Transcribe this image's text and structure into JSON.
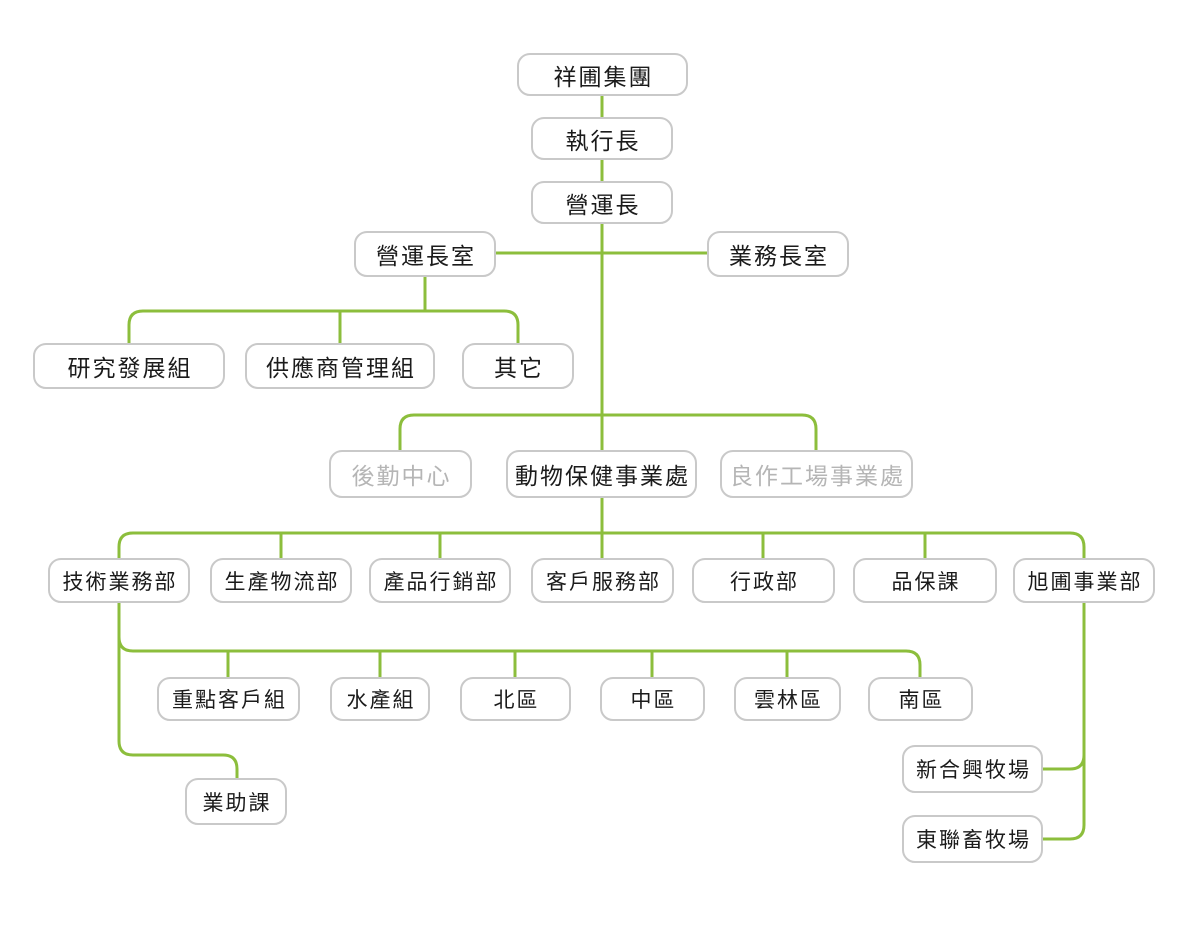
{
  "colors": {
    "connector_green": "#8cbe3c",
    "node_border_gray": "#c9c9c9",
    "node_text": "#1b1b1b",
    "muted_node_text": "#b5b5b5",
    "background": "#ffffff"
  },
  "nodes": [
    {
      "label": "祥圃集團",
      "muted": false
    },
    {
      "label": "執行長",
      "muted": false
    },
    {
      "label": "營運長",
      "muted": false
    },
    {
      "label": "營運長室",
      "muted": false
    },
    {
      "label": "業務長室",
      "muted": false
    },
    {
      "label": "研究發展組",
      "muted": false
    },
    {
      "label": "供應商管理組",
      "muted": false
    },
    {
      "label": "其它",
      "muted": false
    },
    {
      "label": "後勤中心",
      "muted": true
    },
    {
      "label": "動物保健事業處",
      "muted": false
    },
    {
      "label": "良作工場事業處",
      "muted": true
    },
    {
      "label": "技術業務部",
      "muted": false
    },
    {
      "label": "生產物流部",
      "muted": false
    },
    {
      "label": "產品行銷部",
      "muted": false
    },
    {
      "label": "客戶服務部",
      "muted": false
    },
    {
      "label": "行政部",
      "muted": false
    },
    {
      "label": "品保課",
      "muted": false
    },
    {
      "label": "旭圃事業部",
      "muted": false
    },
    {
      "label": "重點客戶組",
      "muted": false
    },
    {
      "label": "水產組",
      "muted": false
    },
    {
      "label": "北區",
      "muted": false
    },
    {
      "label": "中區",
      "muted": false
    },
    {
      "label": "雲林區",
      "muted": false
    },
    {
      "label": "南區",
      "muted": false
    },
    {
      "label": "業助課",
      "muted": false
    },
    {
      "label": "新合興牧場",
      "muted": false
    },
    {
      "label": "東聯畜牧場",
      "muted": false
    }
  ]
}
